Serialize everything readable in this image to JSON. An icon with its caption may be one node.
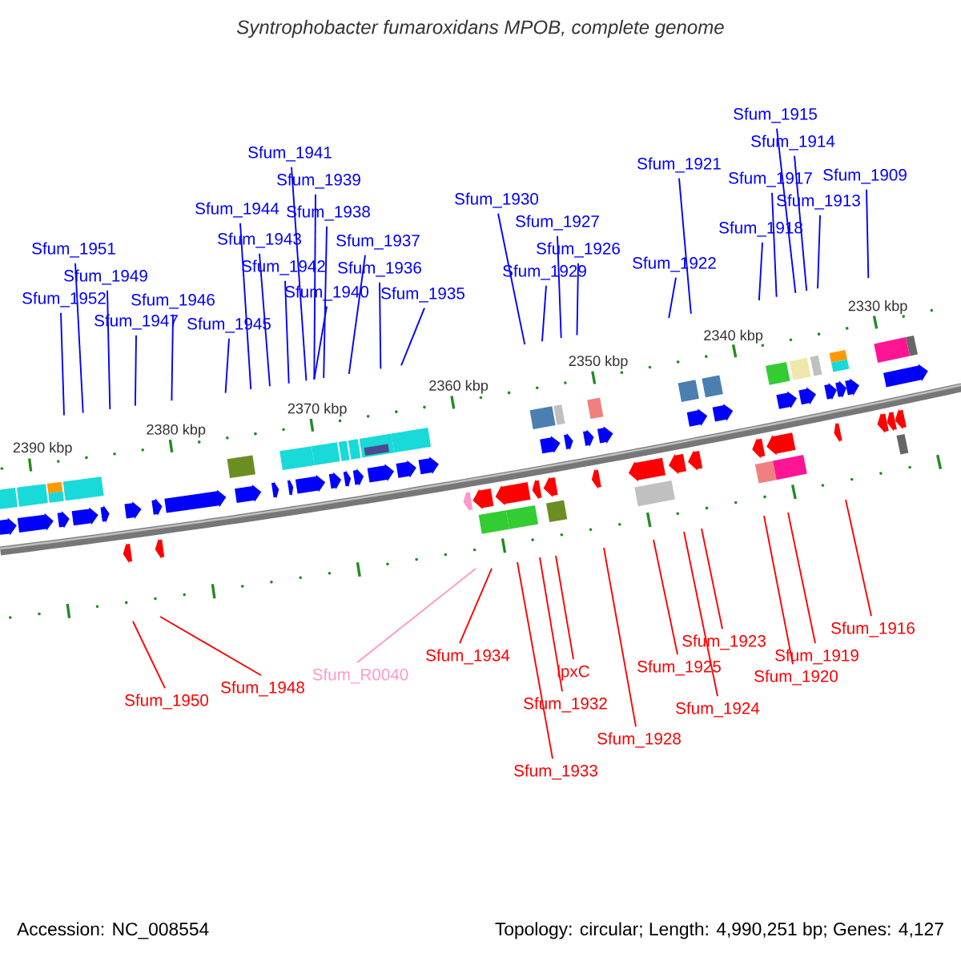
{
  "diagram": {
    "title": "Syntrophobacter fumaroxidans MPOB, complete genome",
    "nodes": [
      {
        "text": [
          "Sfum_1915"
        ]
      },
      {
        "text": [
          "Sfum_1914"
        ]
      },
      {
        "text": [
          "Sfum_1941"
        ]
      },
      {
        "text": [
          "Sfum_1921"
        ]
      },
      {
        "text": [
          "Sfum_1909"
        ]
      },
      {
        "text": [
          "Sfum_1917"
        ]
      },
      {
        "text": [
          "Sfum_1939"
        ]
      },
      {
        "text": [
          "Sfum_1930"
        ]
      },
      {
        "text": [
          "Sfum_1913"
        ]
      },
      {
        "text": [
          "Sfum_1944"
        ]
      },
      {
        "text": [
          "Sfum_1938"
        ]
      },
      {
        "text": [
          "Sfum_1927"
        ]
      },
      {
        "text": [
          "Sfum_1918"
        ]
      },
      {
        "text": [
          "Sfum_1943"
        ]
      },
      {
        "text": [
          "Sfum_1937"
        ]
      },
      {
        "text": [
          "Sfum_1951"
        ]
      },
      {
        "text": [
          "Sfum_1926"
        ]
      },
      {
        "text": [
          "Sfum_1922"
        ]
      },
      {
        "text": [
          "Sfum_1942"
        ]
      },
      {
        "text": [
          "Sfum_1936"
        ]
      },
      {
        "text": [
          "Sfum_1929"
        ]
      },
      {
        "text": [
          "Sfum_1949"
        ]
      },
      {
        "text": [
          "Sfum_1940"
        ]
      },
      {
        "text": [
          "Sfum_1935"
        ]
      },
      {
        "text": [
          "Sfum_1952"
        ]
      },
      {
        "text": [
          "Sfum_1946"
        ]
      },
      {
        "text": [
          "Sfum_1947"
        ]
      },
      {
        "text": [
          "Sfum_1945"
        ]
      },
      {
        "text": [
          "Sfum_1916"
        ]
      },
      {
        "text": [
          "Sfum_1923"
        ]
      },
      {
        "text": [
          "Sfum_1934"
        ]
      },
      {
        "text": [
          "Sfum_1919"
        ]
      },
      {
        "text": [
          "Sfum_1925"
        ]
      },
      {
        "text": [
          "lpxC"
        ]
      },
      {
        "text": [
          "Sfum_R0040"
        ]
      },
      {
        "text": [
          "Sfum_1920"
        ]
      },
      {
        "text": [
          "Sfum_1948"
        ]
      },
      {
        "text": [
          "Sfum_1950"
        ]
      },
      {
        "text": [
          "Sfum_1932"
        ]
      },
      {
        "text": [
          "Sfum_1924"
        ]
      },
      {
        "text": [
          "Sfum_1928"
        ]
      },
      {
        "text": [
          "Sfum_1933"
        ]
      }
    ],
    "edges": [
      {
        "from": 0,
        "to": null,
        "arrow": "none"
      },
      {
        "from": 1,
        "to": null,
        "arrow": "none"
      },
      {
        "from": 2,
        "to": null,
        "arrow": "none"
      },
      {
        "from": 3,
        "to": null,
        "arrow": "none"
      },
      {
        "from": 4,
        "to": null,
        "arrow": "none"
      },
      {
        "from": 5,
        "to": null,
        "arrow": "none"
      },
      {
        "from": 6,
        "to": null,
        "arrow": "none"
      },
      {
        "from": 7,
        "to": null,
        "arrow": "none"
      },
      {
        "from": 8,
        "to": null,
        "arrow": "none"
      },
      {
        "from": 9,
        "to": null,
        "arrow": "none"
      },
      {
        "from": 10,
        "to": null,
        "arrow": "none"
      },
      {
        "from": 11,
        "to": null,
        "arrow": "none"
      },
      {
        "from": 12,
        "to": null,
        "arrow": "none"
      },
      {
        "from": 13,
        "to": null,
        "arrow": "none"
      },
      {
        "from": 14,
        "to": null,
        "arrow": "none"
      },
      {
        "from": 15,
        "to": null,
        "arrow": "none"
      },
      {
        "from": 16,
        "to": null,
        "arrow": "none"
      },
      {
        "from": 17,
        "to": null,
        "arrow": "none"
      },
      {
        "from": 18,
        "to": null,
        "arrow": "none"
      },
      {
        "from": 19,
        "to": null,
        "arrow": "none"
      },
      {
        "from": 20,
        "to": null,
        "arrow": "none"
      },
      {
        "from": 21,
        "to": null,
        "arrow": "none"
      },
      {
        "from": 22,
        "to": null,
        "arrow": "none"
      },
      {
        "from": 23,
        "to": null,
        "arrow": "none"
      },
      {
        "from": 24,
        "to": null,
        "arrow": "none"
      },
      {
        "from": 25,
        "to": null,
        "arrow": "none"
      },
      {
        "from": 26,
        "to": null,
        "arrow": "none"
      },
      {
        "from": 27,
        "to": null,
        "arrow": "none"
      },
      {
        "from": 28,
        "to": null,
        "arrow": "none",
        "color": "#ff0000"
      },
      {
        "from": 29,
        "to": null,
        "arrow": "none",
        "color": "#ff0000"
      },
      {
        "from": 30,
        "to": null,
        "arrow": "none",
        "color": "#ff0000"
      },
      {
        "from": 31,
        "to": null,
        "arrow": "none",
        "color": "#ff0000"
      },
      {
        "from": 32,
        "to": null,
        "arrow": "none",
        "color": "#ff0000"
      },
      {
        "from": 33,
        "to": null,
        "arrow": "none",
        "color": "#ff0000"
      },
      {
        "from": 34,
        "to": null,
        "arrow": "none",
        "color": "#ff99cc"
      },
      {
        "from": 35,
        "to": null,
        "arrow": "none",
        "color": "#ff0000"
      },
      {
        "from": 36,
        "to": null,
        "arrow": "none",
        "color": "#ff0000"
      },
      {
        "from": 37,
        "to": null,
        "arrow": "none",
        "color": "#ff0000"
      },
      {
        "from": 38,
        "to": null,
        "arrow": "none",
        "color": "#ff0000"
      },
      {
        "from": 39,
        "to": null,
        "arrow": "none",
        "color": "#ff0000"
      },
      {
        "from": 40,
        "to": null,
        "arrow": "none",
        "color": "#ff0000"
      },
      {
        "from": 41,
        "to": null,
        "arrow": "none",
        "color": "#ff0000"
      }
    ],
    "labels": [
      "2330 kbp",
      "2340 kbp",
      "2350 kbp",
      "2360 kbp",
      "2370 kbp",
      "2380 kbp",
      "2390 kbp",
      "Accession: NC_008554",
      "Topology: circular; Length: 4,990,251 bp; Genes: 4,127"
    ]
  }
}
